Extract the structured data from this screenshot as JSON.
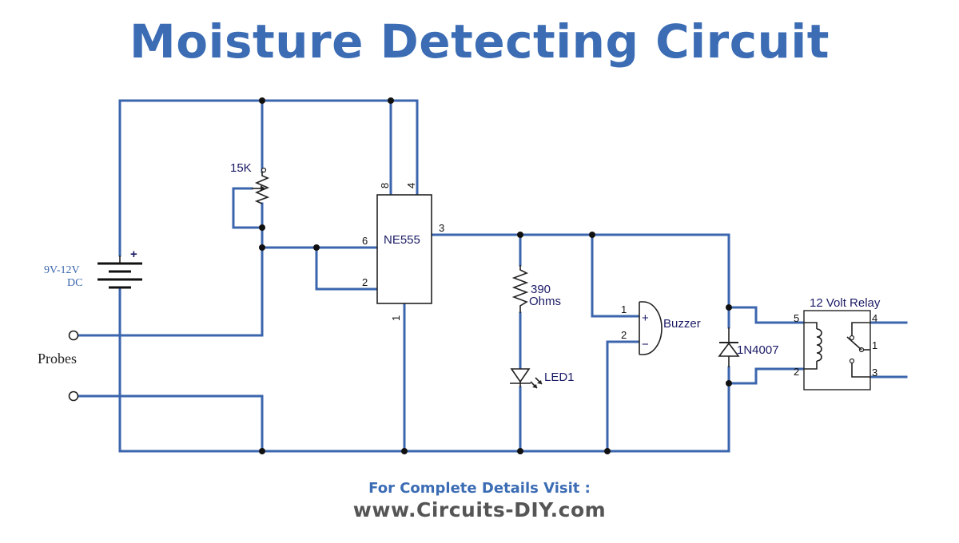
{
  "title": "Moisture Detecting Circuit",
  "labels": {
    "pot": "15K",
    "ic": "NE555",
    "supply_line1": "9V-12V",
    "supply_line2": "DC",
    "battery_plus": "+",
    "probes": "Probes",
    "resistor_line1": "390",
    "resistor_line2": "Ohms",
    "led": "LED1",
    "buzzer": "Buzzer",
    "buzzer_plus": "+",
    "buzzer_minus": "−",
    "diode": "1N4007",
    "relay": "12 Volt Relay"
  },
  "ic_pins": {
    "p8": "8",
    "p4": "4",
    "p6": "6",
    "p2": "2",
    "p3": "3",
    "p1": "1"
  },
  "buzzer_pins": {
    "p1": "1",
    "p2": "2"
  },
  "relay_pins": {
    "p5": "5",
    "p2": "2",
    "p4": "4",
    "p1": "1",
    "p3": "3"
  },
  "footer": {
    "line1": "For Complete Details Visit :",
    "line2": "www.Circuits-DIY.com"
  },
  "colors": {
    "wire": "#3b66ad",
    "title": "#3b6cb4",
    "footer_url": "#555555"
  }
}
